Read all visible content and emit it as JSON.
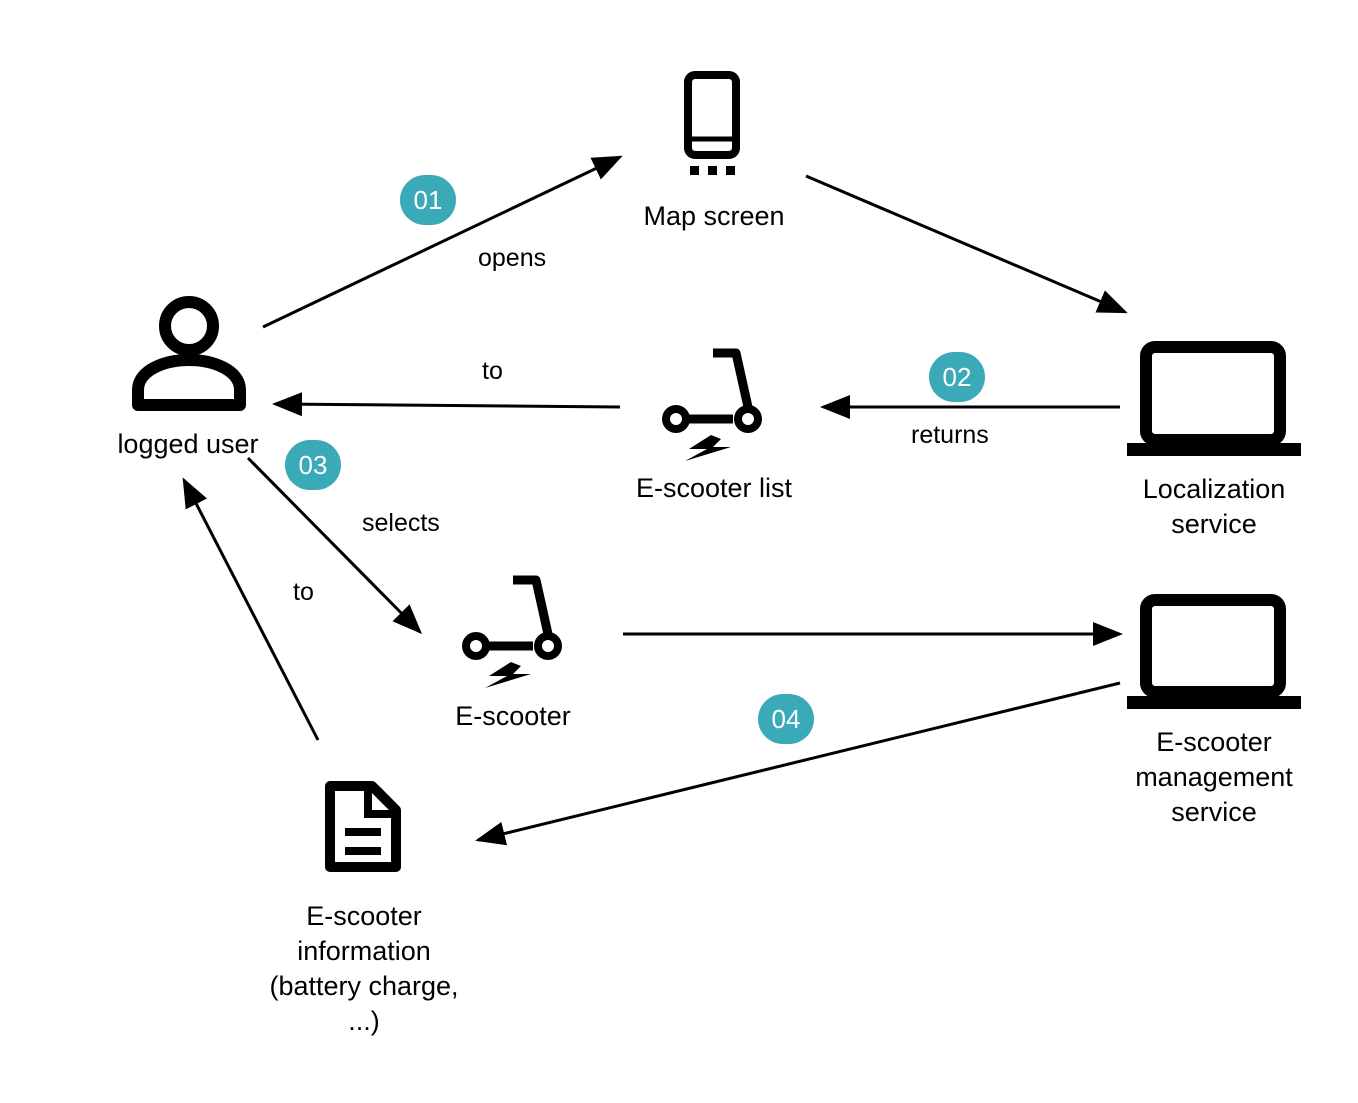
{
  "colors": {
    "badge": "#3AA9B8",
    "stroke": "#000000",
    "background": "#ffffff"
  },
  "nodes": {
    "logged_user": {
      "label": "logged user",
      "icon": "user-icon"
    },
    "map_screen": {
      "label": "Map screen",
      "icon": "smartphone-icon"
    },
    "escooter_list": {
      "label": "E-scooter list",
      "icon": "escooter-icon"
    },
    "localization_service": {
      "label_lines": [
        "Localization",
        "service"
      ],
      "icon": "laptop-icon"
    },
    "escooter": {
      "label": "E-scooter",
      "icon": "escooter-icon"
    },
    "management_service": {
      "label_lines": [
        "E-scooter",
        "management",
        "service"
      ],
      "icon": "laptop-icon"
    },
    "escooter_information": {
      "label_lines": [
        "E-scooter",
        "information",
        "(battery charge,",
        "...)"
      ],
      "icon": "document-icon"
    }
  },
  "steps": {
    "s01": "01",
    "s02": "02",
    "s03": "03",
    "s04": "04"
  },
  "edge_labels": {
    "opens": "opens",
    "to_list": "to",
    "returns": "returns",
    "selects": "selects",
    "to_info": "to"
  }
}
